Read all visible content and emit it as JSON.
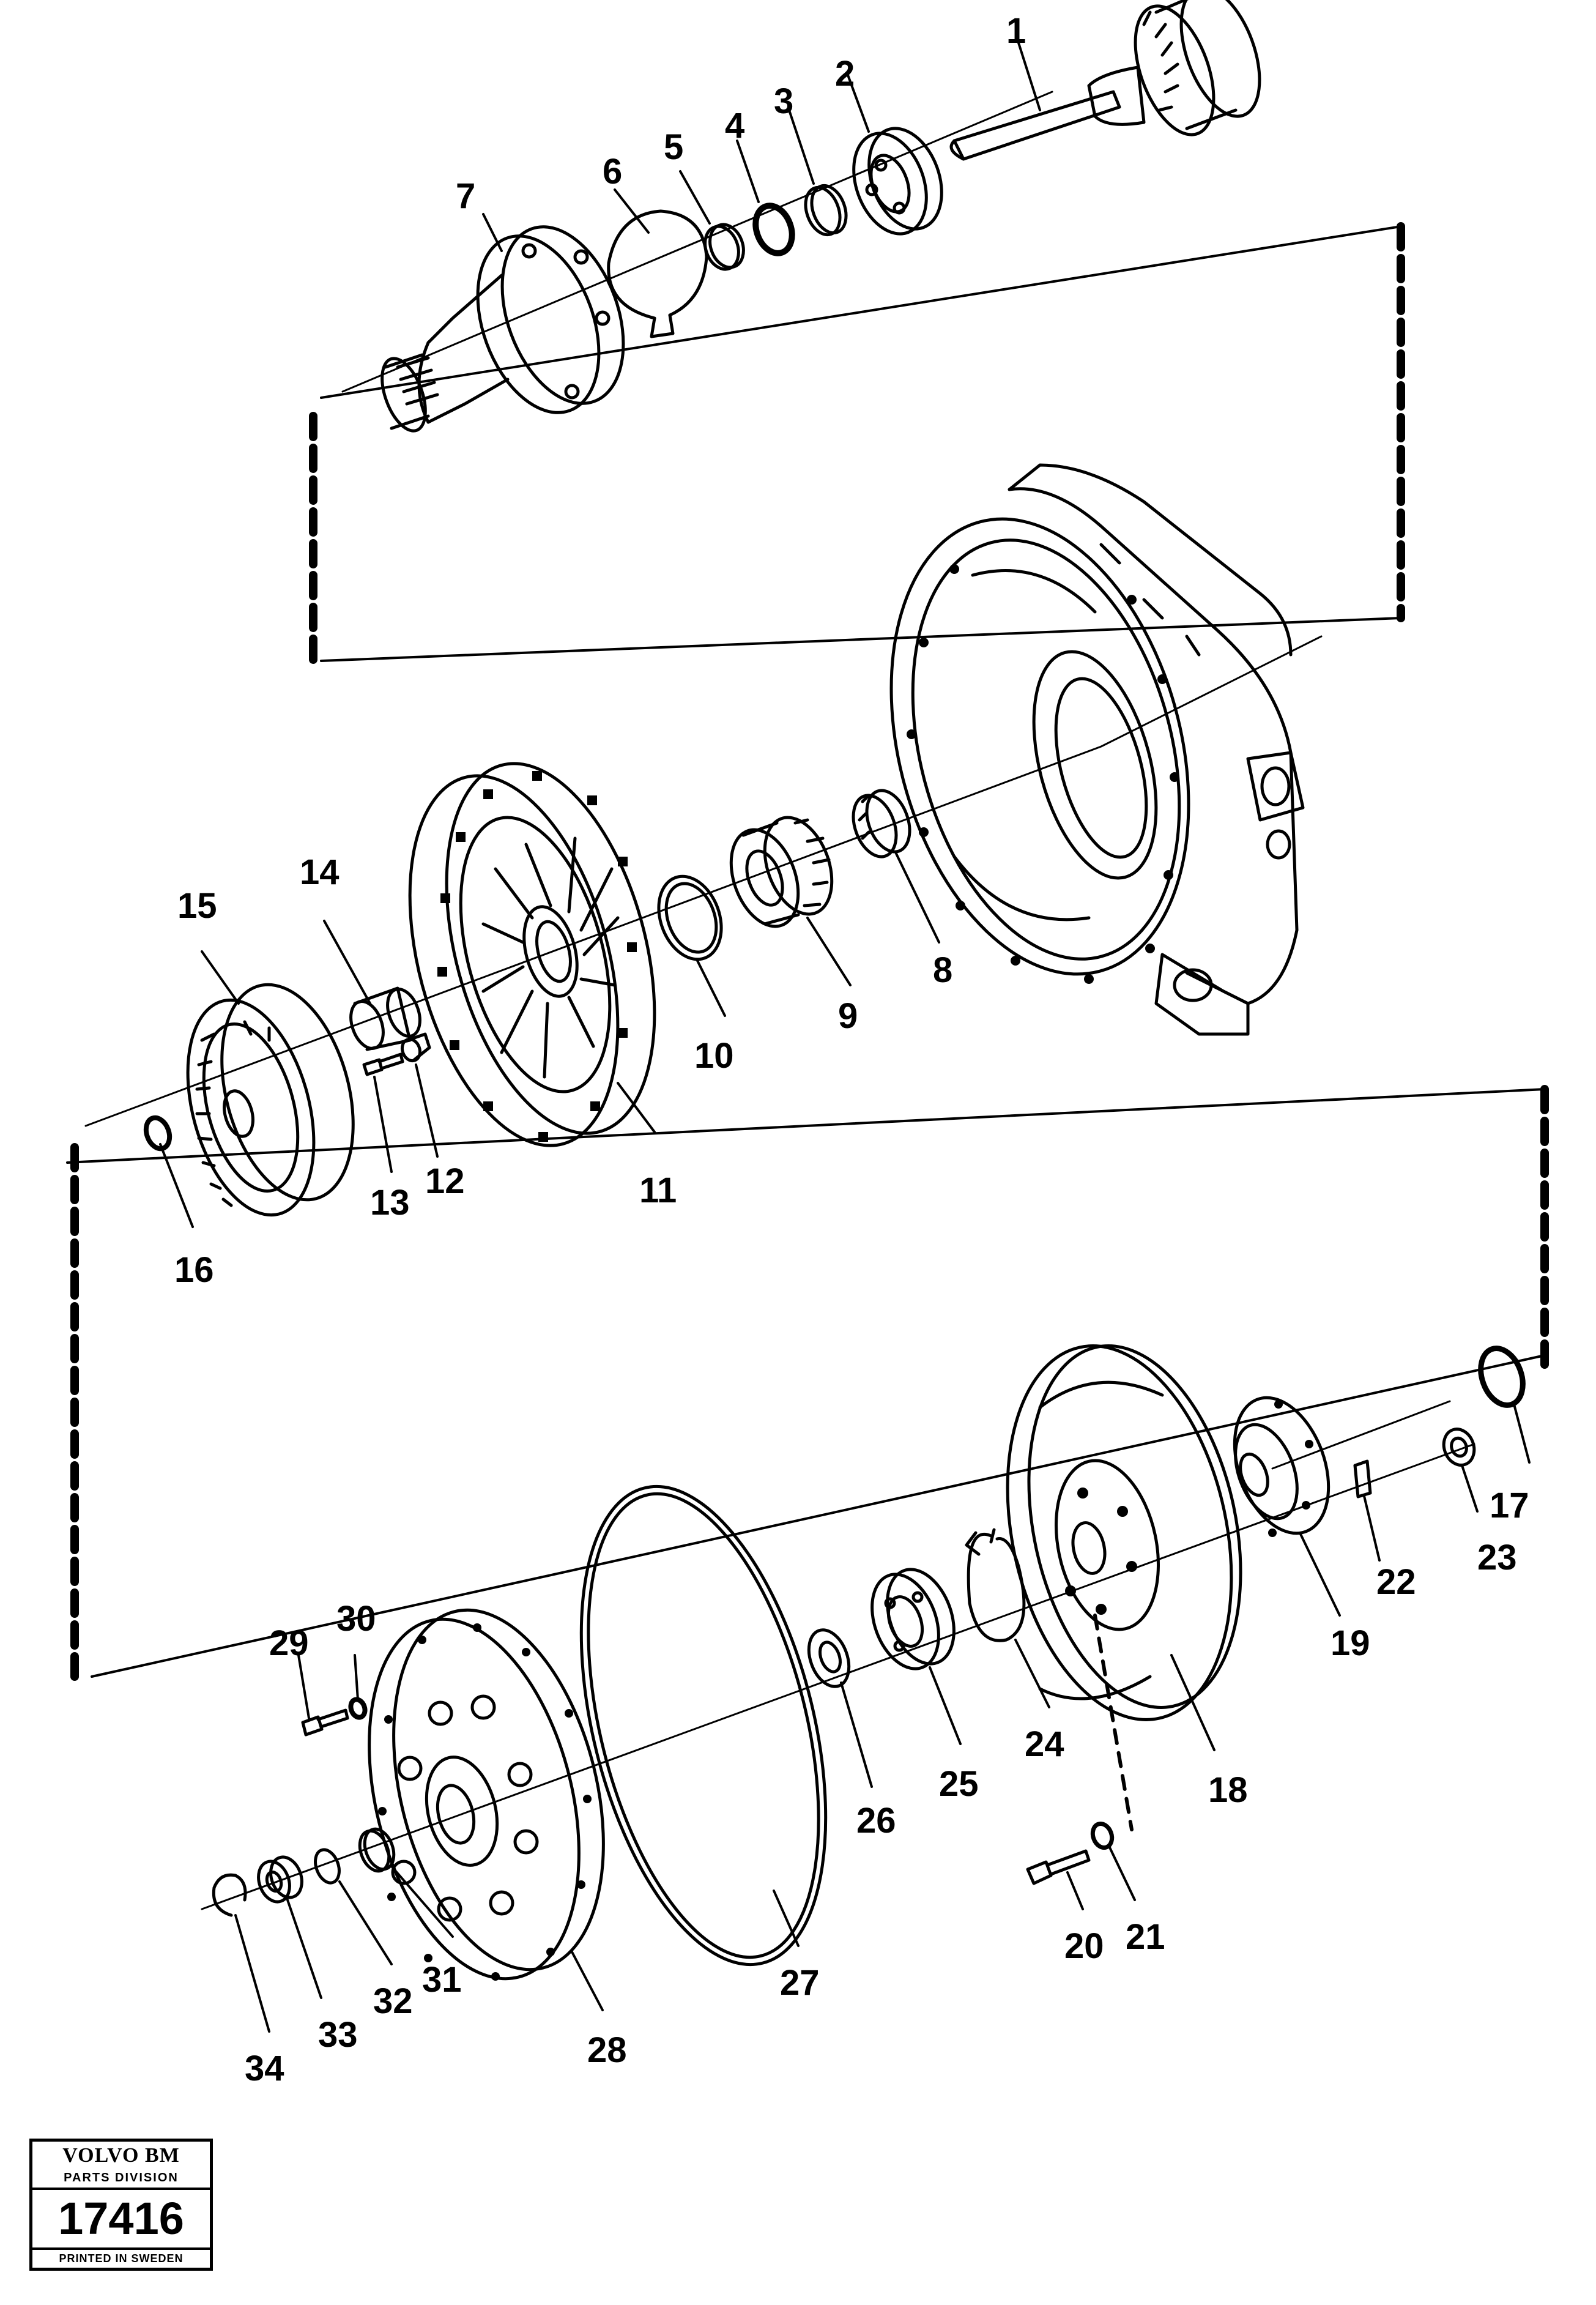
{
  "diagram": {
    "part_labels": [
      "1",
      "2",
      "3",
      "4",
      "5",
      "6",
      "7",
      "8",
      "9",
      "10",
      "11",
      "12",
      "13",
      "14",
      "15",
      "16",
      "17",
      "18",
      "19",
      "20",
      "21",
      "22",
      "23",
      "24",
      "25",
      "26",
      "27",
      "28",
      "29",
      "30",
      "31",
      "32",
      "33",
      "34"
    ]
  },
  "badge": {
    "brand": "VOLVO BM",
    "division": "PARTS DIVISION",
    "number": "17416",
    "footer": "PRINTED IN SWEDEN"
  }
}
